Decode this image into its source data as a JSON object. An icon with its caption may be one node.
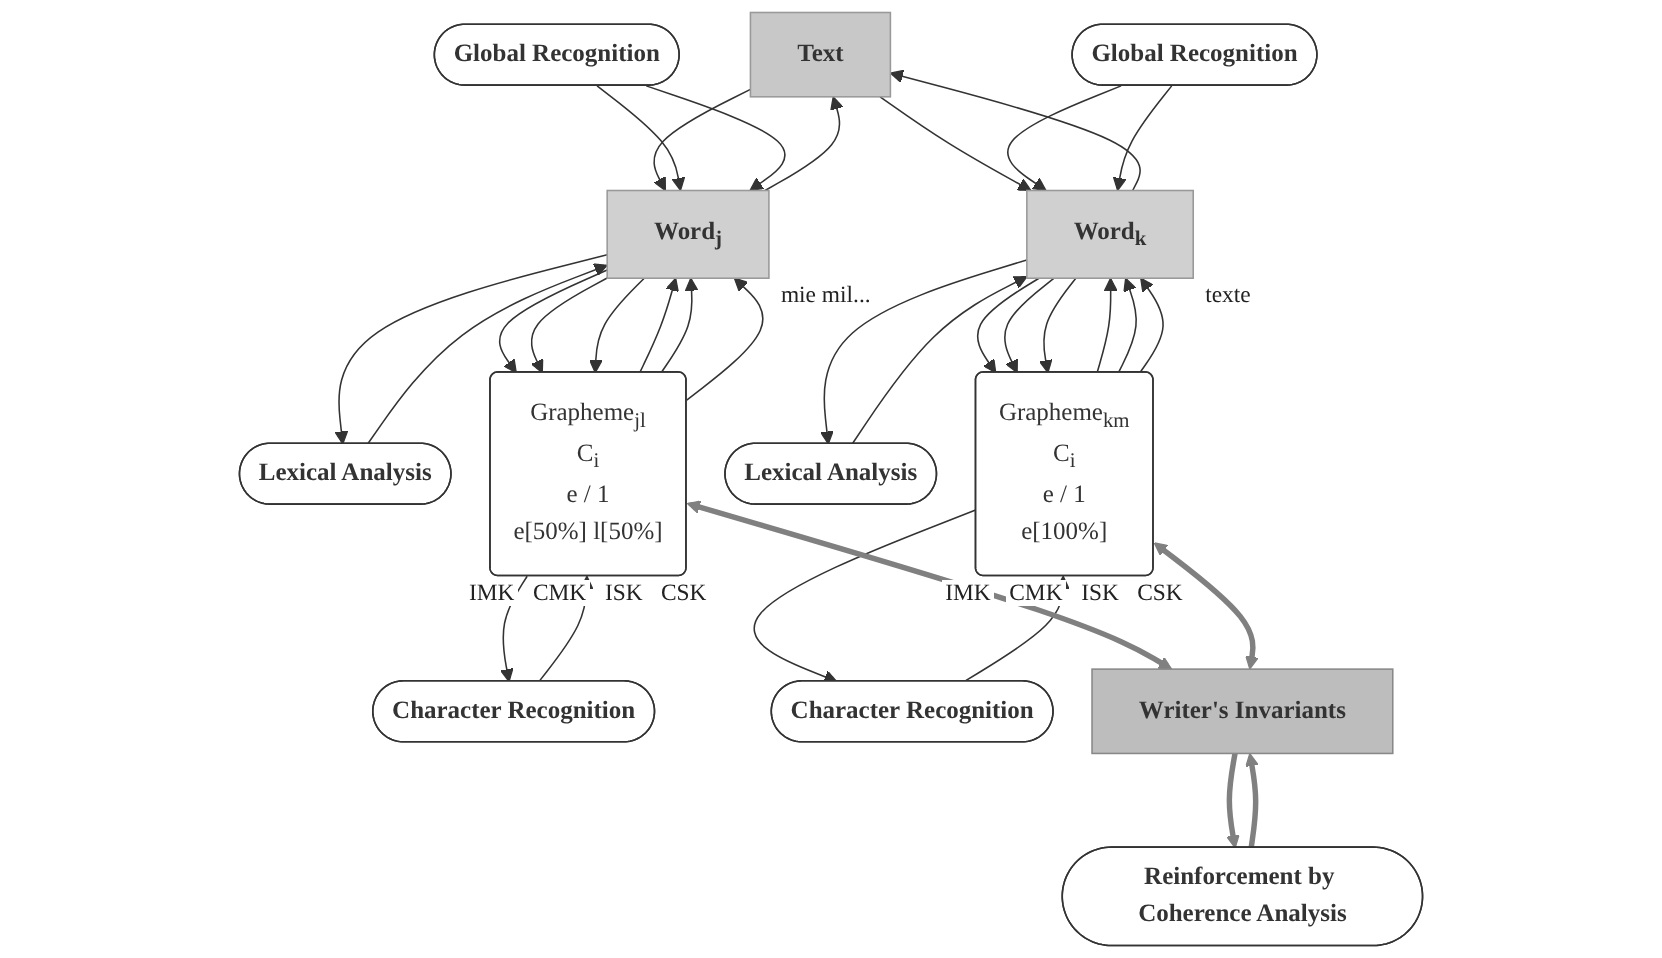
{
  "diagram": {
    "nodes": [
      {
        "text": [
          "Text"
        ]
      },
      {
        "text": [
          "Global Recognition"
        ]
      },
      {
        "text": [
          "Lexical Analysis"
        ]
      },
      {
        "text": [
          "Word$_{j}$"
        ],
        "beside": [
          "mie mil..."
        ]
      },
      {
        "text": [
          "Character Recognition"
        ]
      },
      {
        "text": [
          "Grapheme$_{jl}$",
          "C$_{i}$",
          "e / 1",
          "e[50%] l[50%]"
        ],
        "beside": [
          "IMK",
          "CMK",
          "ISK",
          "CSK"
        ]
      },
      {
        "text": [
          "Global Recognition"
        ]
      },
      {
        "text": [
          "Lexical Analysis"
        ]
      },
      {
        "text": [
          "Word$_{k}$"
        ],
        "beside": [
          "texte"
        ]
      },
      {
        "text": [
          "Character Recognition"
        ]
      },
      {
        "text": [
          "Grapheme$_{km}$",
          "C$_{i}$",
          "e / 1",
          "e[100%]"
        ],
        "beside": [
          "IMK",
          "CMK",
          "ISK",
          "CSK"
        ]
      },
      {
        "text": [
          "Writer's Invariants"
        ]
      },
      {
        "text": [
          "Reinforcement by Coherence Analysis"
        ]
      }
    ],
    "edges": [
      {
        "from": 3,
        "to": 0,
        "arrow": "to"
      },
      {
        "from": 0,
        "to": 3,
        "arrow": "to"
      },
      {
        "from": 1,
        "to": 3,
        "arrow": "to"
      },
      {
        "from": 1,
        "to": 3,
        "arrow": "to"
      },
      {
        "from": 2,
        "to": 3,
        "arrow": "to"
      },
      {
        "from": 3,
        "to": 2,
        "arrow": "to"
      },
      {
        "from": 5,
        "to": 3,
        "arrow": "to"
      },
      {
        "from": 5,
        "to": 3,
        "arrow": "to"
      },
      {
        "from": 5,
        "to": 3,
        "arrow": "to"
      },
      {
        "from": 3,
        "to": 5,
        "arrow": "to"
      },
      {
        "from": 3,
        "to": 5,
        "arrow": "to"
      },
      {
        "from": 3,
        "to": 5,
        "arrow": "to"
      },
      {
        "from": 4,
        "to": 5,
        "arrow": "to"
      },
      {
        "from": 5,
        "to": 4,
        "arrow": "to"
      },
      {
        "from": 8,
        "to": 0,
        "arrow": "to"
      },
      {
        "from": 0,
        "to": 8,
        "arrow": "to"
      },
      {
        "from": 6,
        "to": 8,
        "arrow": "to"
      },
      {
        "from": 6,
        "to": 8,
        "arrow": "to"
      },
      {
        "from": 7,
        "to": 8,
        "arrow": "to"
      },
      {
        "from": 8,
        "to": 7,
        "arrow": "to"
      },
      {
        "from": 10,
        "to": 8,
        "arrow": "to"
      },
      {
        "from": 10,
        "to": 8,
        "arrow": "to"
      },
      {
        "from": 10,
        "to": 8,
        "arrow": "to"
      },
      {
        "from": 8,
        "to": 10,
        "arrow": "to"
      },
      {
        "from": 8,
        "to": 10,
        "arrow": "to"
      },
      {
        "from": 8,
        "to": 10,
        "arrow": "to"
      },
      {
        "from": 9,
        "to": 10,
        "arrow": "to"
      },
      {
        "from": 10,
        "to": 9,
        "arrow": "to"
      },
      {
        "from": 11,
        "to": 5,
        "arrow": "both",
        "style": "thick",
        "color": "#808080"
      },
      {
        "from": 11,
        "to": 10,
        "arrow": "both",
        "style": "thick",
        "color": "#808080"
      },
      {
        "from": 11,
        "to": 12,
        "arrow": "to",
        "style": "thick",
        "color": "#808080"
      },
      {
        "from": 12,
        "to": 11,
        "arrow": "to",
        "style": "thick",
        "color": "#808080"
      }
    ]
  }
}
